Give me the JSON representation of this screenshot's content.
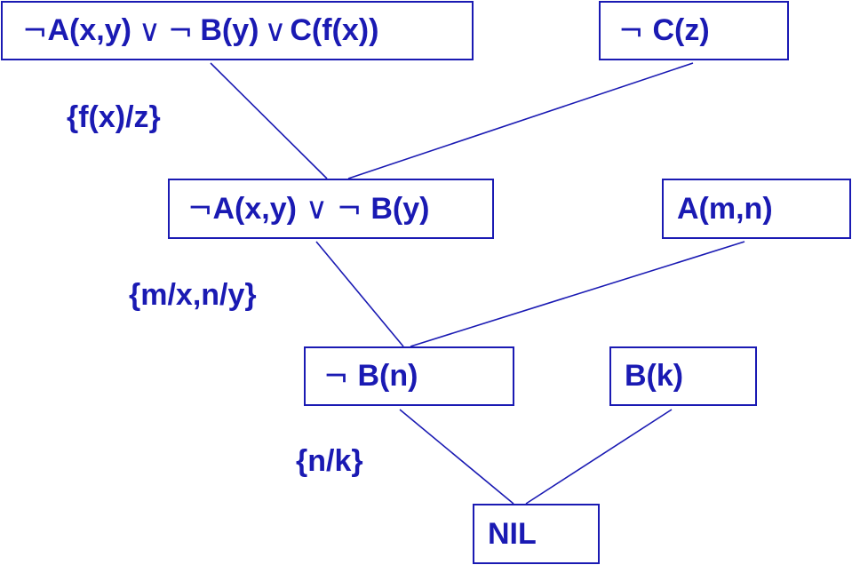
{
  "nodes": {
    "clause_1": {
      "prefix_negation": "¬",
      "term_a": "A(x,y)",
      "or_1": "∨",
      "negation_2": "¬",
      "term_b": "B(y)",
      "or_2": "∨",
      "term_c": "C(f(x))"
    },
    "clause_2": {
      "negation": "¬",
      "term": "C(z)"
    },
    "resolvent_1": {
      "prefix_negation": "¬",
      "term_a": "A(x,y)",
      "or_1": "∨",
      "negation_2": "¬",
      "term_b": "B(y)"
    },
    "clause_3": {
      "term": "A(m,n)"
    },
    "resolvent_2": {
      "negation": "¬",
      "term": "B(n)"
    },
    "clause_4": {
      "term": "B(k)"
    },
    "resolvent_final": {
      "term": "NIL"
    }
  },
  "substitutions": {
    "sub_1": "{f(x)/z}",
    "sub_2": "{m/x,n/y}",
    "sub_3": "{n/k}"
  },
  "colors": {
    "ink": "#1a1ab3",
    "background": "#ffffff"
  }
}
